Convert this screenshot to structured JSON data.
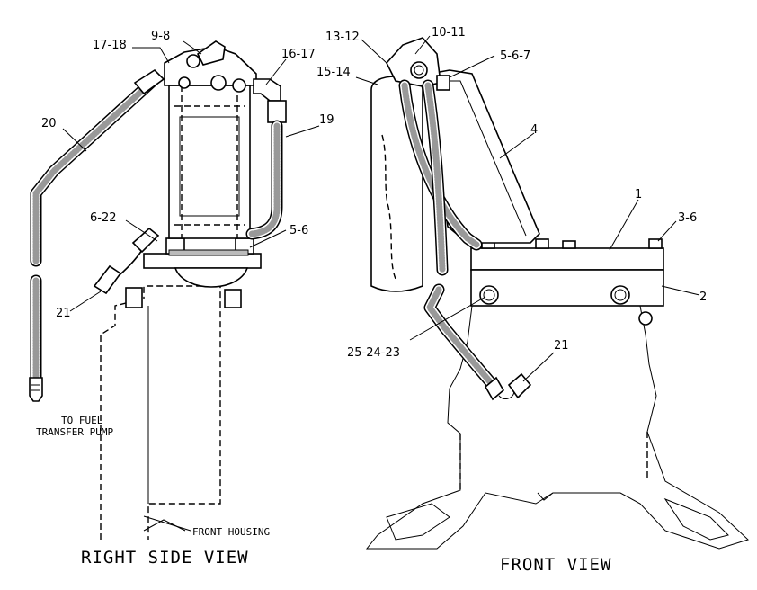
{
  "views": {
    "right_side": {
      "title": "RIGHT SIDE VIEW",
      "callouts": [
        "17-18",
        "9-8",
        "16-17",
        "20",
        "19",
        "6-22",
        "5-6",
        "21"
      ],
      "notes": [
        "TO FUEL",
        "TRANSFER PUMP",
        "FRONT HOUSING"
      ]
    },
    "front": {
      "title": "FRONT VIEW",
      "callouts": [
        "13-12",
        "10-11",
        "15-14",
        "5-6-7",
        "4",
        "1",
        "3-6",
        "2",
        "25-24-23",
        "21"
      ]
    }
  }
}
